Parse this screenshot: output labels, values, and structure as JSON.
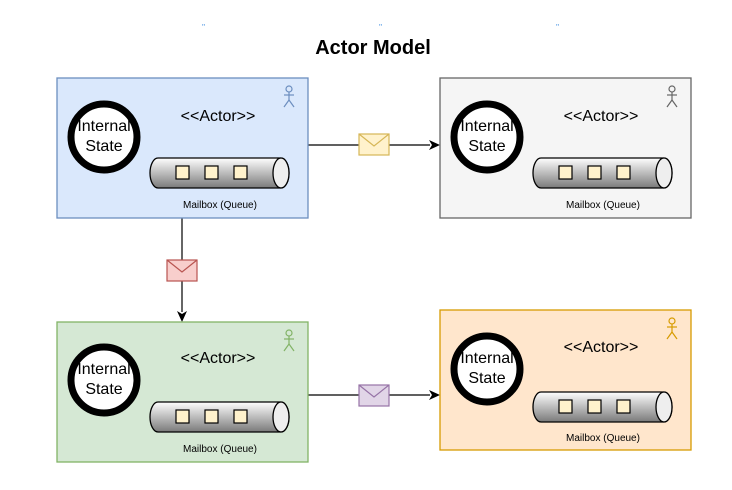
{
  "diagram": {
    "title": "Actor Model",
    "actors": [
      {
        "stereotype": "<<Actor>>",
        "state_line1": "Internal",
        "state_line2": "State",
        "mailbox_label": "Mailbox (Queue)",
        "fill": "#dae8fc",
        "stroke": "#6c8ebf"
      },
      {
        "stereotype": "<<Actor>>",
        "state_line1": "Internal",
        "state_line2": "State",
        "mailbox_label": "Mailbox (Queue)",
        "fill": "#f5f5f5",
        "stroke": "#666666"
      },
      {
        "stereotype": "<<Actor>>",
        "state_line1": "Internal",
        "state_line2": "State",
        "mailbox_label": "Mailbox (Queue)",
        "fill": "#d5e8d4",
        "stroke": "#82b366"
      },
      {
        "stereotype": "<<Actor>>",
        "state_line1": "Internal",
        "state_line2": "State",
        "mailbox_label": "Mailbox (Queue)",
        "fill": "#ffe6cc",
        "stroke": "#d79b00"
      }
    ],
    "messages": [
      {
        "from": "actor-1",
        "to": "actor-2",
        "fill": "#fff2cc",
        "stroke": "#d6b656"
      },
      {
        "from": "actor-1",
        "to": "actor-3",
        "fill": "#f8cecc",
        "stroke": "#b85450"
      },
      {
        "from": "actor-3",
        "to": "actor-4",
        "fill": "#e1d5e7",
        "stroke": "#9673a6"
      }
    ],
    "queue_item_color": "#fff2cc",
    "icons": [
      "stick-figure-icon",
      "envelope-icon"
    ]
  }
}
